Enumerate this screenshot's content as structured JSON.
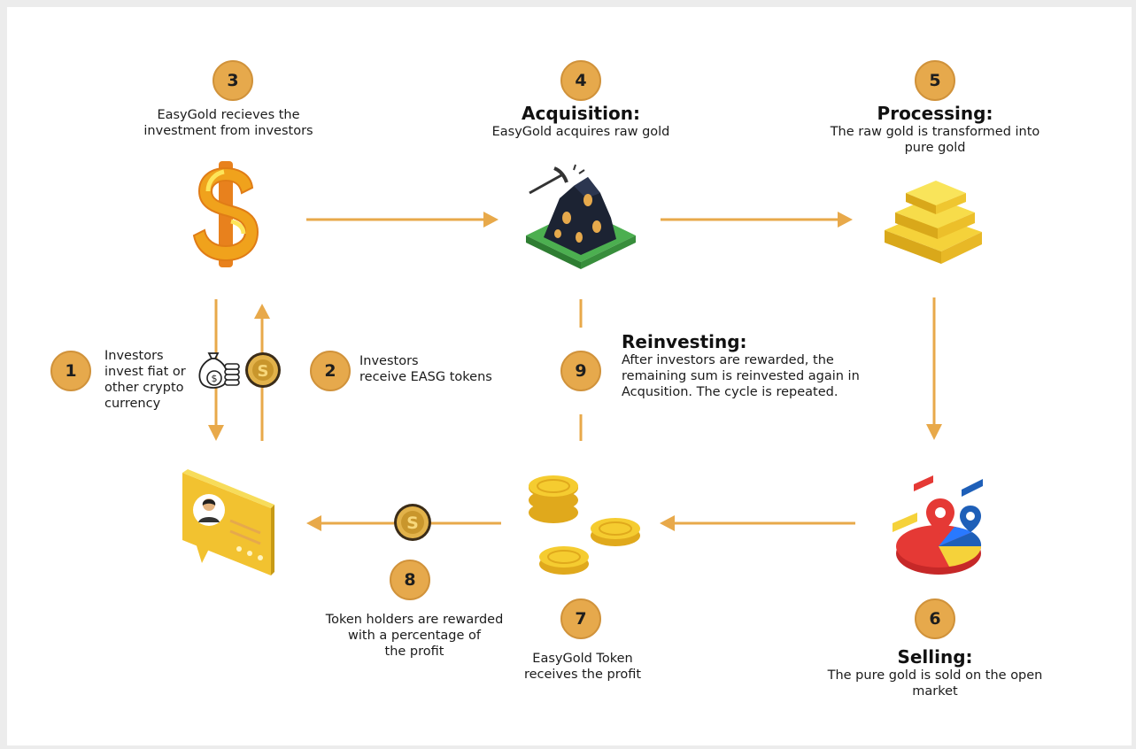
{
  "colors": {
    "accent": "#e6a94c",
    "arrow": "#e8a94a",
    "text": "#1b1b1b",
    "gold": "#f2c230"
  },
  "steps": [
    {
      "num": "1",
      "lines": [
        "Investors",
        "invest fiat or",
        "other crypto",
        "currency"
      ]
    },
    {
      "num": "2",
      "lines": [
        "Investors",
        "receive EASG tokens"
      ]
    },
    {
      "num": "3",
      "lines": [
        "EasyGold recieves the",
        "investment from investors"
      ]
    },
    {
      "num": "4",
      "title": "Acquisition:",
      "lines": [
        "EasyGold acquires raw gold"
      ]
    },
    {
      "num": "5",
      "title": "Processing:",
      "lines": [
        "The raw gold is transformed into",
        "pure gold"
      ]
    },
    {
      "num": "6",
      "title": "Selling:",
      "lines": [
        "The pure gold is sold on the open",
        "market"
      ]
    },
    {
      "num": "7",
      "lines": [
        "EasyGold Token",
        "receives the profit"
      ]
    },
    {
      "num": "8",
      "lines": [
        "Token holders are rewarded",
        "with a percentage of",
        "the profit"
      ]
    },
    {
      "num": "9",
      "title": "Reinvesting:",
      "lines": [
        "After investors are rewarded, the",
        "remaining sum is reinvested again in",
        "Acqusition. The cycle is repeated."
      ]
    }
  ],
  "icons": {
    "dollar": "dollar-sign-icon",
    "mine": "gold-mine-icon",
    "bars": "gold-bars-icon",
    "market": "market-chart-icon",
    "coins": "gold-coins-icon",
    "investor": "investor-card-icon",
    "moneybag": "money-bag-icon",
    "token": "easg-token-icon"
  }
}
